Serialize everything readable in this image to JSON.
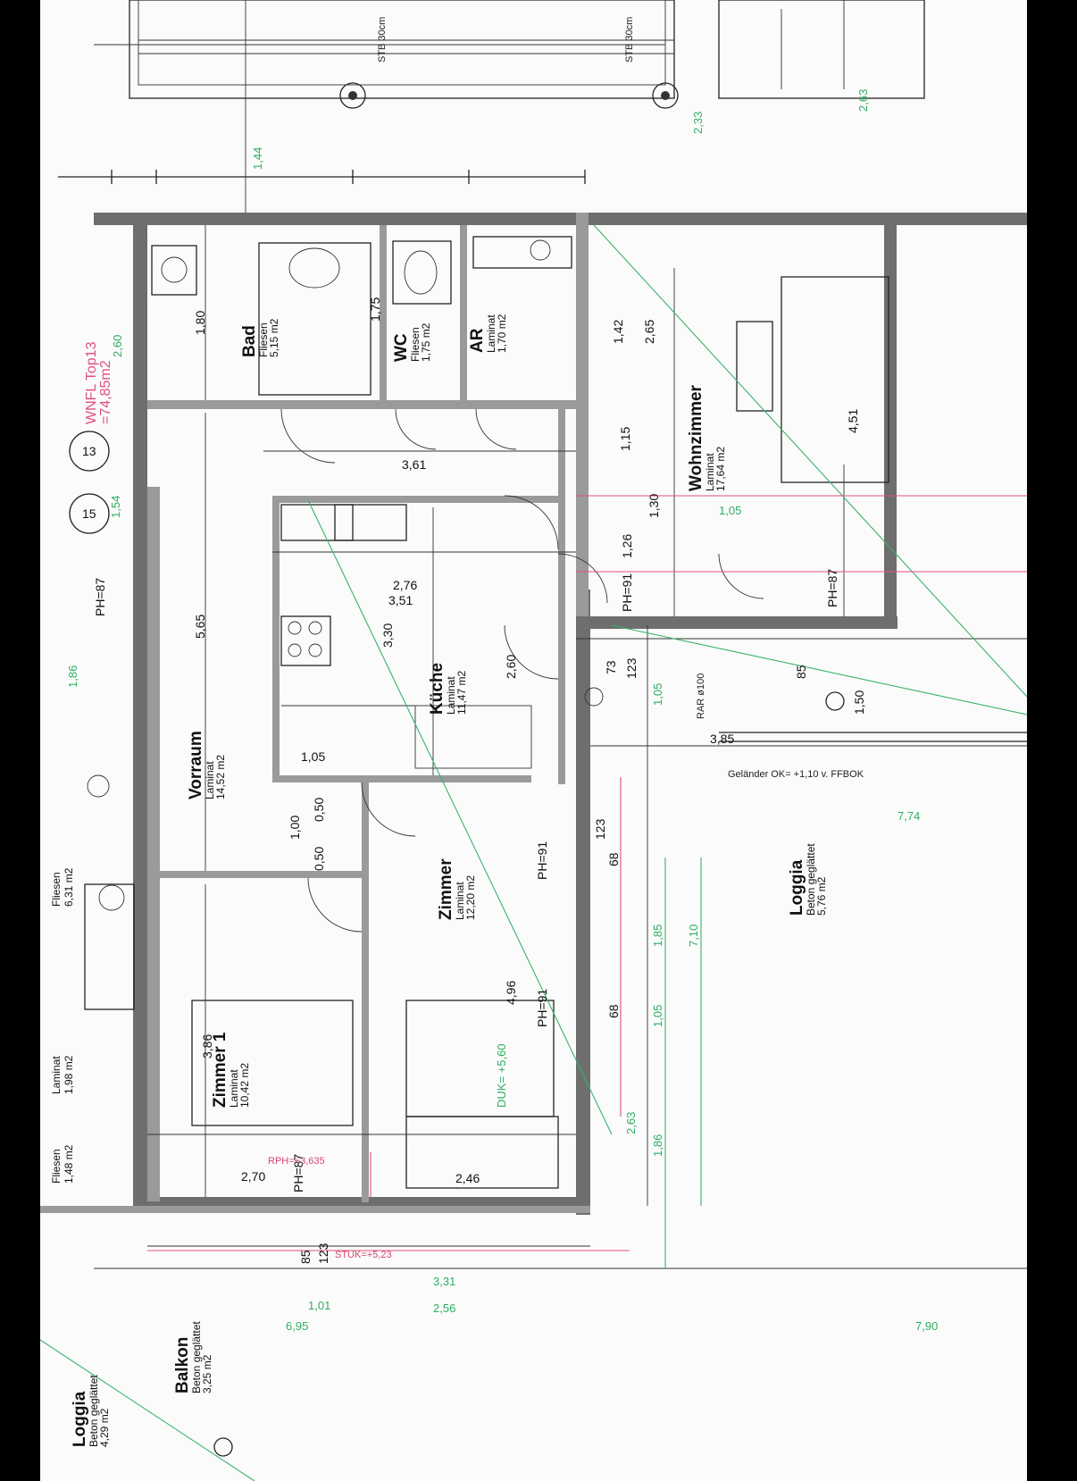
{
  "plan": {
    "unit_label": "WNFL Top13",
    "unit_area": "=74,85m2",
    "rooms": [
      {
        "key": "bad",
        "name": "Bad",
        "material": "Fliesen",
        "area": "5,15 m2"
      },
      {
        "key": "wc",
        "name": "WC",
        "material": "Fliesen",
        "area": "1,75 m2"
      },
      {
        "key": "ar",
        "name": "AR",
        "material": "Laminat",
        "area": "1,70 m2"
      },
      {
        "key": "wohn",
        "name": "Wohnzimmer",
        "material": "Laminat",
        "area": "17,64 m2"
      },
      {
        "key": "vor",
        "name": "Vorraum",
        "material": "Laminat",
        "area": "14,52 m2"
      },
      {
        "key": "kue",
        "name": "Küche",
        "material": "Laminat",
        "area": "11,47 m2"
      },
      {
        "key": "zim",
        "name": "Zimmer",
        "material": "Laminat",
        "area": "12,20 m2"
      },
      {
        "key": "z1",
        "name": "Zimmer 1",
        "material": "Laminat",
        "area": "10,42 m2"
      },
      {
        "key": "log",
        "name": "Loggia",
        "material": "Beton geglättet",
        "area": "5,76 m2"
      },
      {
        "key": "balk",
        "name": "Balkon",
        "material": "Beton geglättet",
        "area": "3,25 m2"
      },
      {
        "key": "log2",
        "name": "Loggia",
        "material": "Beton geglättet",
        "area": "4,29 m2"
      }
    ],
    "neighbor_fragments": [
      "Laminat",
      "1,98 m2",
      "Fliesen",
      "6,31 m2",
      "Fliesen",
      "1,48 m2"
    ],
    "dims_black": [
      "1,80",
      "1,75",
      "2,65",
      "1,42",
      "5,65",
      "3,30",
      "2,60",
      "3,86",
      "4,96",
      "4,51",
      "1,00",
      "0,50",
      "0,50",
      "2,70",
      "2,46",
      "3,61",
      "2,76",
      "3,51",
      "1,05",
      "3,85",
      "1,50",
      "1,30",
      "1,26",
      "1,15"
    ],
    "dims_green": [
      "1,44",
      "2,33",
      "2,63",
      "1,86",
      "1,54",
      "2,60",
      "1,05",
      "1,85",
      "1,05",
      "1,86",
      "7,10",
      "2,63",
      "6,95",
      "7,90",
      "3,31",
      "2,56",
      "1,01",
      "7,74",
      "1,05"
    ],
    "heights": [
      "PH=91",
      "PH=87",
      "PH=91",
      "PH=91",
      "PH=87",
      "PH=87",
      "123",
      "85",
      "123",
      "85",
      "73",
      "123",
      "68",
      "68"
    ],
    "notes": [
      "Geländer OK= +1,10 v. FFBOK",
      "STB 30cm",
      "STB 30cm",
      "RAR ø100",
      "STUK=+5,23",
      "RPH=+3,635",
      "DUK= +5,60"
    ],
    "circles": [
      "13",
      "15"
    ]
  }
}
